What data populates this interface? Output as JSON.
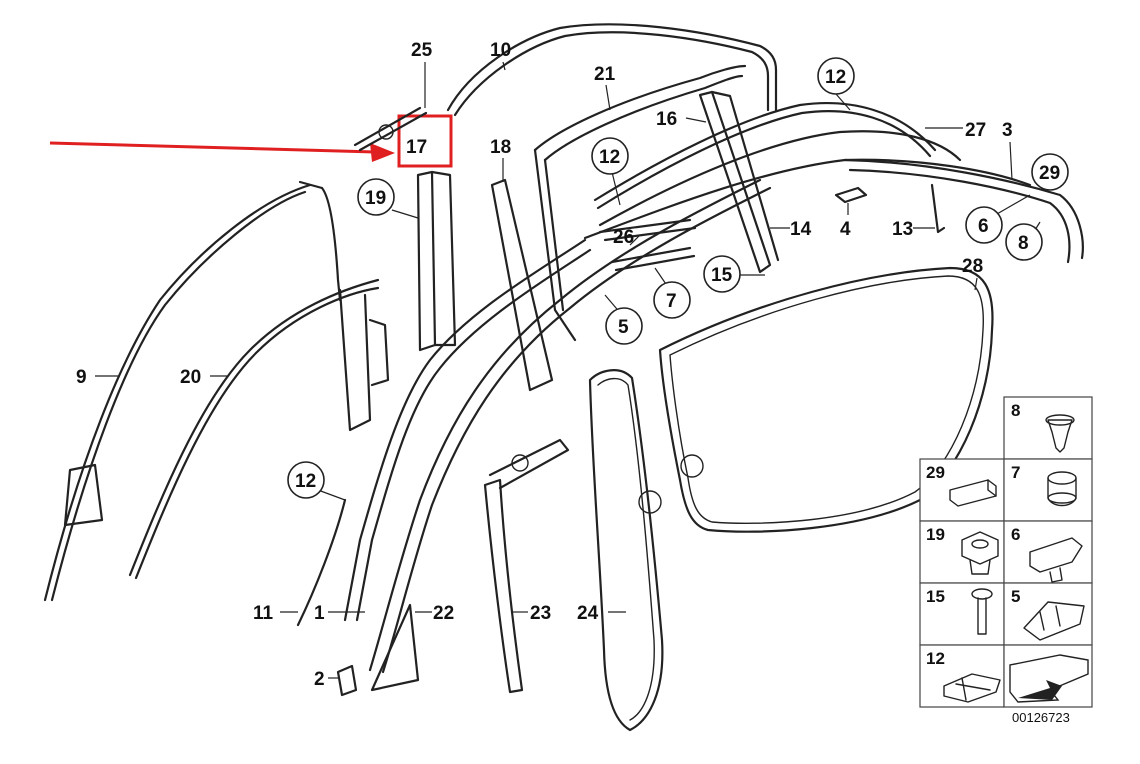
{
  "diagram": {
    "reference_code": "00126723",
    "highlight_color": "#e02020",
    "highlighted_part": "17",
    "callouts": {
      "c25": "25",
      "c10": "10",
      "c21": "21",
      "c12a": "12",
      "c16": "16",
      "c27": "27",
      "c3": "3",
      "c17": "17",
      "c18": "18",
      "c12b": "12",
      "c29": "29",
      "c19": "19",
      "c4": "4",
      "c13": "13",
      "c14": "14",
      "c6": "6",
      "c8": "8",
      "c26": "26",
      "c15": "15",
      "c28": "28",
      "c7": "7",
      "c5": "5",
      "c9": "9",
      "c20": "20",
      "c12c": "12",
      "c11": "11",
      "c1": "1",
      "c22": "22",
      "c23": "23",
      "c24": "24",
      "c2": "2"
    },
    "legend": {
      "cells": [
        "8",
        "29",
        "7",
        "19",
        "6",
        "15",
        "5",
        "12"
      ]
    }
  }
}
